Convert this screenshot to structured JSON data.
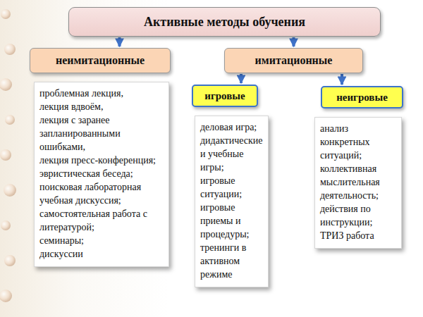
{
  "diagram": {
    "title": "Активные методы обучения",
    "nodes": [
      {
        "text": [
          "Активные методы обучения"
        ]
      },
      {
        "text": [
          "неимитационные"
        ]
      },
      {
        "text": [
          "имитационные"
        ]
      },
      {
        "text": [
          "игровые"
        ]
      },
      {
        "text": [
          "неигровые"
        ]
      },
      {
        "text": [
          "проблемная лекция,",
          "лекция вдвоём,",
          "лекция с заранее запланированными ошибками,",
          "лекция пресс-конференция;",
          "эвристическая беседа;",
          "поисковая лабораторная учебная дискуссия;",
          "самостоятельная работа с литературой;",
          "семинары;",
          "дискуссии"
        ]
      },
      {
        "text": [
          "деловая игра;",
          "дидактические и учебные игры;",
          "игровые ситуации;",
          "игровые приемы и процедуры;",
          "тренинги в активном режиме"
        ]
      },
      {
        "text": [
          "анализ конкретных ситуаций;",
          "коллективная мыслительная деятельность;",
          "действия по инструкции;",
          "ТРИЗ работа"
        ]
      }
    ],
    "edges": [
      {
        "from": 0,
        "to": 1,
        "arrow": "to"
      },
      {
        "from": 0,
        "to": 2,
        "arrow": "to"
      },
      {
        "from": 2,
        "to": 3,
        "arrow": "to"
      },
      {
        "from": 2,
        "to": 4,
        "arrow": "to"
      }
    ]
  }
}
